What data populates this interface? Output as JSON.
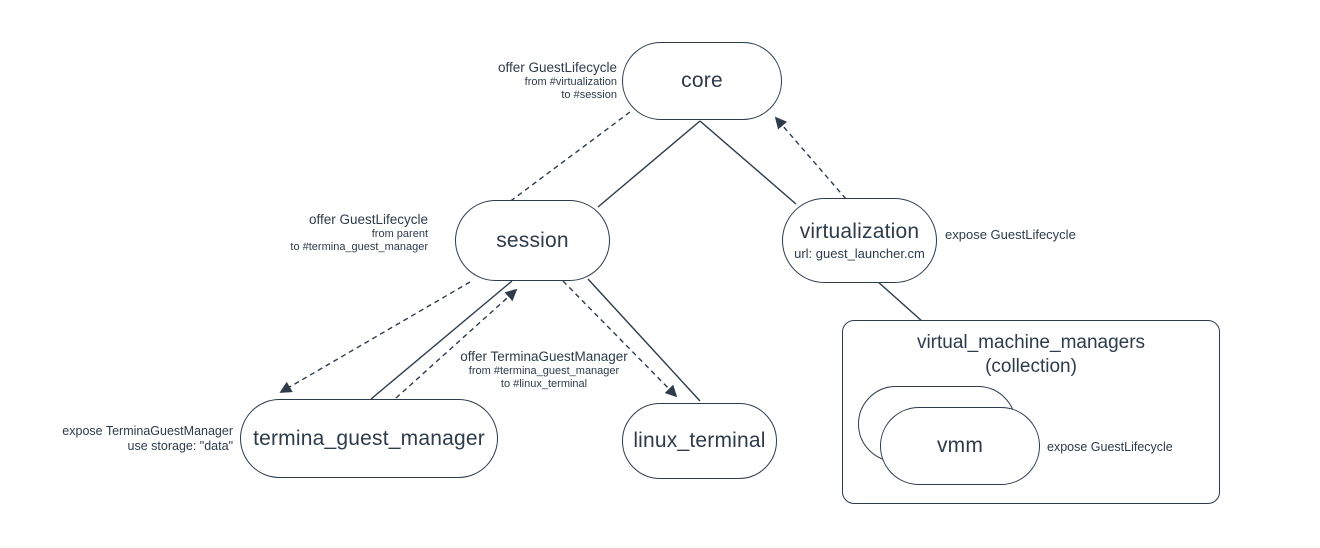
{
  "diagram": {
    "background": "#ffffff",
    "line_color": "#2d3b4a",
    "nodes": {
      "core": {
        "label": "core"
      },
      "session": {
        "label": "session"
      },
      "virtualization": {
        "label": "virtualization",
        "subtitle": "url: guest_launcher.cm"
      },
      "termina_guest_manager": {
        "label": "termina_guest_manager"
      },
      "linux_terminal": {
        "label": "linux_terminal"
      },
      "collection": {
        "title_line1": "virtual_machine_managers",
        "title_line2": "(collection)",
        "vmm_label": "vmm"
      }
    },
    "annotations": {
      "core_offer": {
        "line1": "offer GuestLifecycle",
        "line2": "from #virtualization",
        "line3": "to #session"
      },
      "session_offer": {
        "line1": "offer GuestLifecycle",
        "line2": "from parent",
        "line3": "to #termina_guest_manager"
      },
      "terminal_offer": {
        "line1": "offer TerminaGuestManager",
        "line2": "from #termina_guest_manager",
        "line3": "to #linux_terminal"
      },
      "termina_expose": {
        "line1": "expose TerminaGuestManager",
        "line2": "use storage: \"data\""
      },
      "virtualization_expose": "expose GuestLifecycle",
      "vmm_expose": "expose GuestLifecycle"
    }
  }
}
